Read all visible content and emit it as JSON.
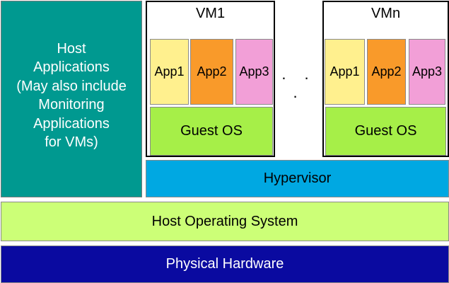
{
  "host_applications": {
    "label": "Host\nApplications\n(May also include\nMonitoring\nApplications\nfor VMs)"
  },
  "vms": [
    {
      "title": "VM1",
      "apps": [
        "App1",
        "App2",
        "App3"
      ],
      "guest_os": "Guest OS"
    },
    {
      "title": "VMn",
      "apps": [
        "App1",
        "App2",
        "App3"
      ],
      "guest_os": "Guest OS"
    }
  ],
  "ellipsis": ". . .",
  "layers": {
    "hypervisor": "Hypervisor",
    "host_os": "Host Operating System",
    "hardware": "Physical Hardware"
  },
  "colors": {
    "host_applications": "#009990",
    "app1": "#fff08e",
    "app2": "#f99a2a",
    "app3": "#f29fd7",
    "guest_os": "#a6ef48",
    "hypervisor": "#00a8e2",
    "host_os": "#ccff77",
    "hardware": "#0a0aa0"
  }
}
